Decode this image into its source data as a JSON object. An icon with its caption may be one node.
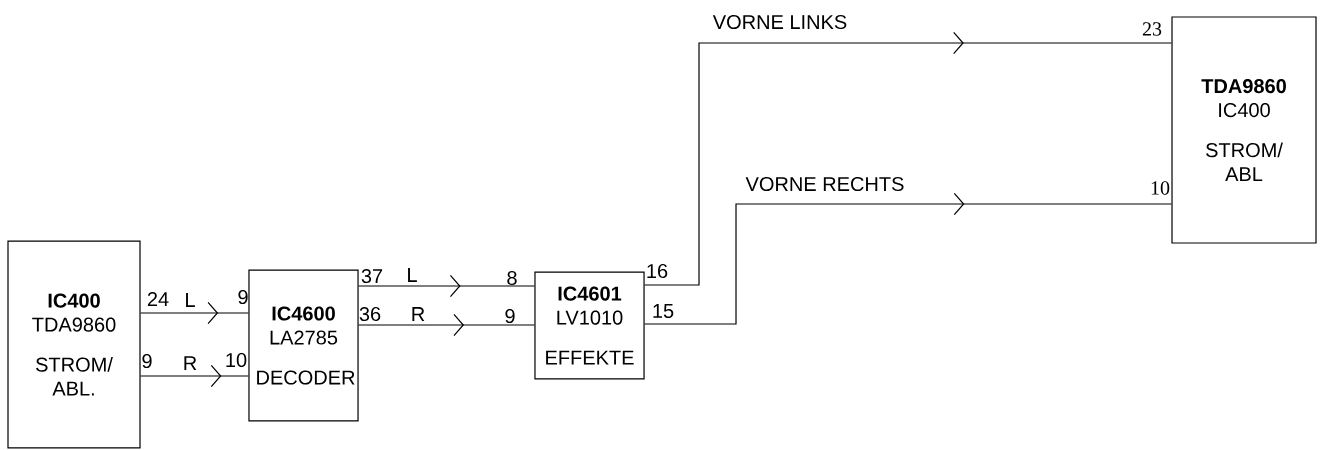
{
  "diagram": {
    "nodes": [
      {
        "text": [
          "IC400",
          "TDA9860",
          "STROM/ ABL."
        ]
      },
      {
        "text": [
          "IC4600",
          "LA2785",
          "DECODER"
        ]
      },
      {
        "text": [
          "IC4601",
          "LV1010",
          "EFFEKTE"
        ]
      },
      {
        "text": [
          "TDA9860",
          "IC400",
          "STROM/ ABL"
        ]
      }
    ],
    "edges": [
      {
        "from": 0,
        "to": 1,
        "arrow": "to",
        "label": "L"
      },
      {
        "from": 0,
        "to": 1,
        "arrow": "to",
        "label": "R"
      },
      {
        "from": 1,
        "to": 2,
        "arrow": "to",
        "label": "L"
      },
      {
        "from": 1,
        "to": 2,
        "arrow": "to",
        "label": "R"
      },
      {
        "from": 2,
        "to": 3,
        "arrow": "to",
        "label": "VORNE LINKS"
      },
      {
        "from": 2,
        "to": 3,
        "arrow": "to",
        "label": "VORNE RECHTS"
      }
    ],
    "labels": [
      "23",
      "10",
      "37",
      "8",
      "16",
      "24",
      "9",
      "36",
      "9",
      "15",
      "9",
      "10"
    ]
  }
}
